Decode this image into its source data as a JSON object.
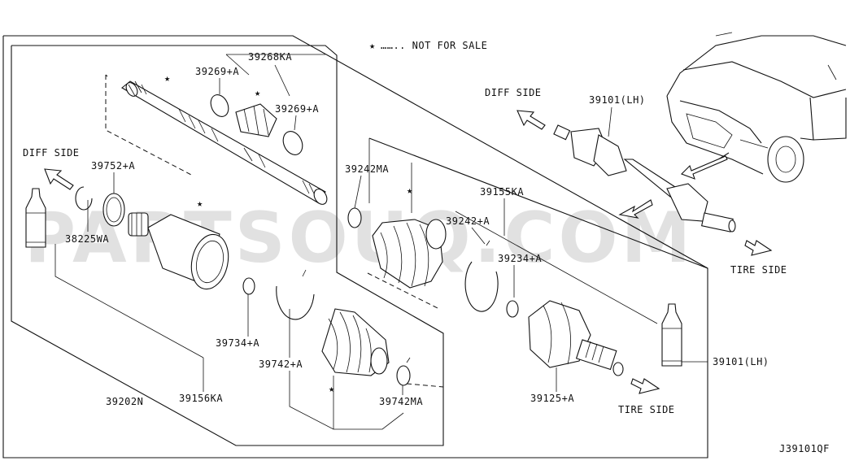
{
  "legend": {
    "star": "★",
    "text": "…….. NOT FOR SALE"
  },
  "directions": {
    "diff_side_left": "DIFF SIDE",
    "diff_side_right": "DIFF SIDE",
    "tire_side_bottom": "TIRE SIDE",
    "tire_side_right": "TIRE SIDE"
  },
  "parts": {
    "p39268KA": "39268KA",
    "p39269A_top": "39269+A",
    "p39269A_right": "39269+A",
    "p39752A": "39752+A",
    "p38225WA": "38225WA",
    "p39242MA": "39242MA",
    "p39155KA": "39155KA",
    "p39242A": "39242+A",
    "p39234A": "39234+A",
    "p39734A": "39734+A",
    "p39742A": "39742+A",
    "p39742MA": "39742MA",
    "p39156KA": "39156KA",
    "p39202N": "39202N",
    "p39125A": "39125+A",
    "p39101LH_top": "39101(LH)",
    "p39101LH_right": "39101(LH)"
  },
  "watermark": "PARTSOUQ.COM",
  "diagram_code": "J39101QF"
}
